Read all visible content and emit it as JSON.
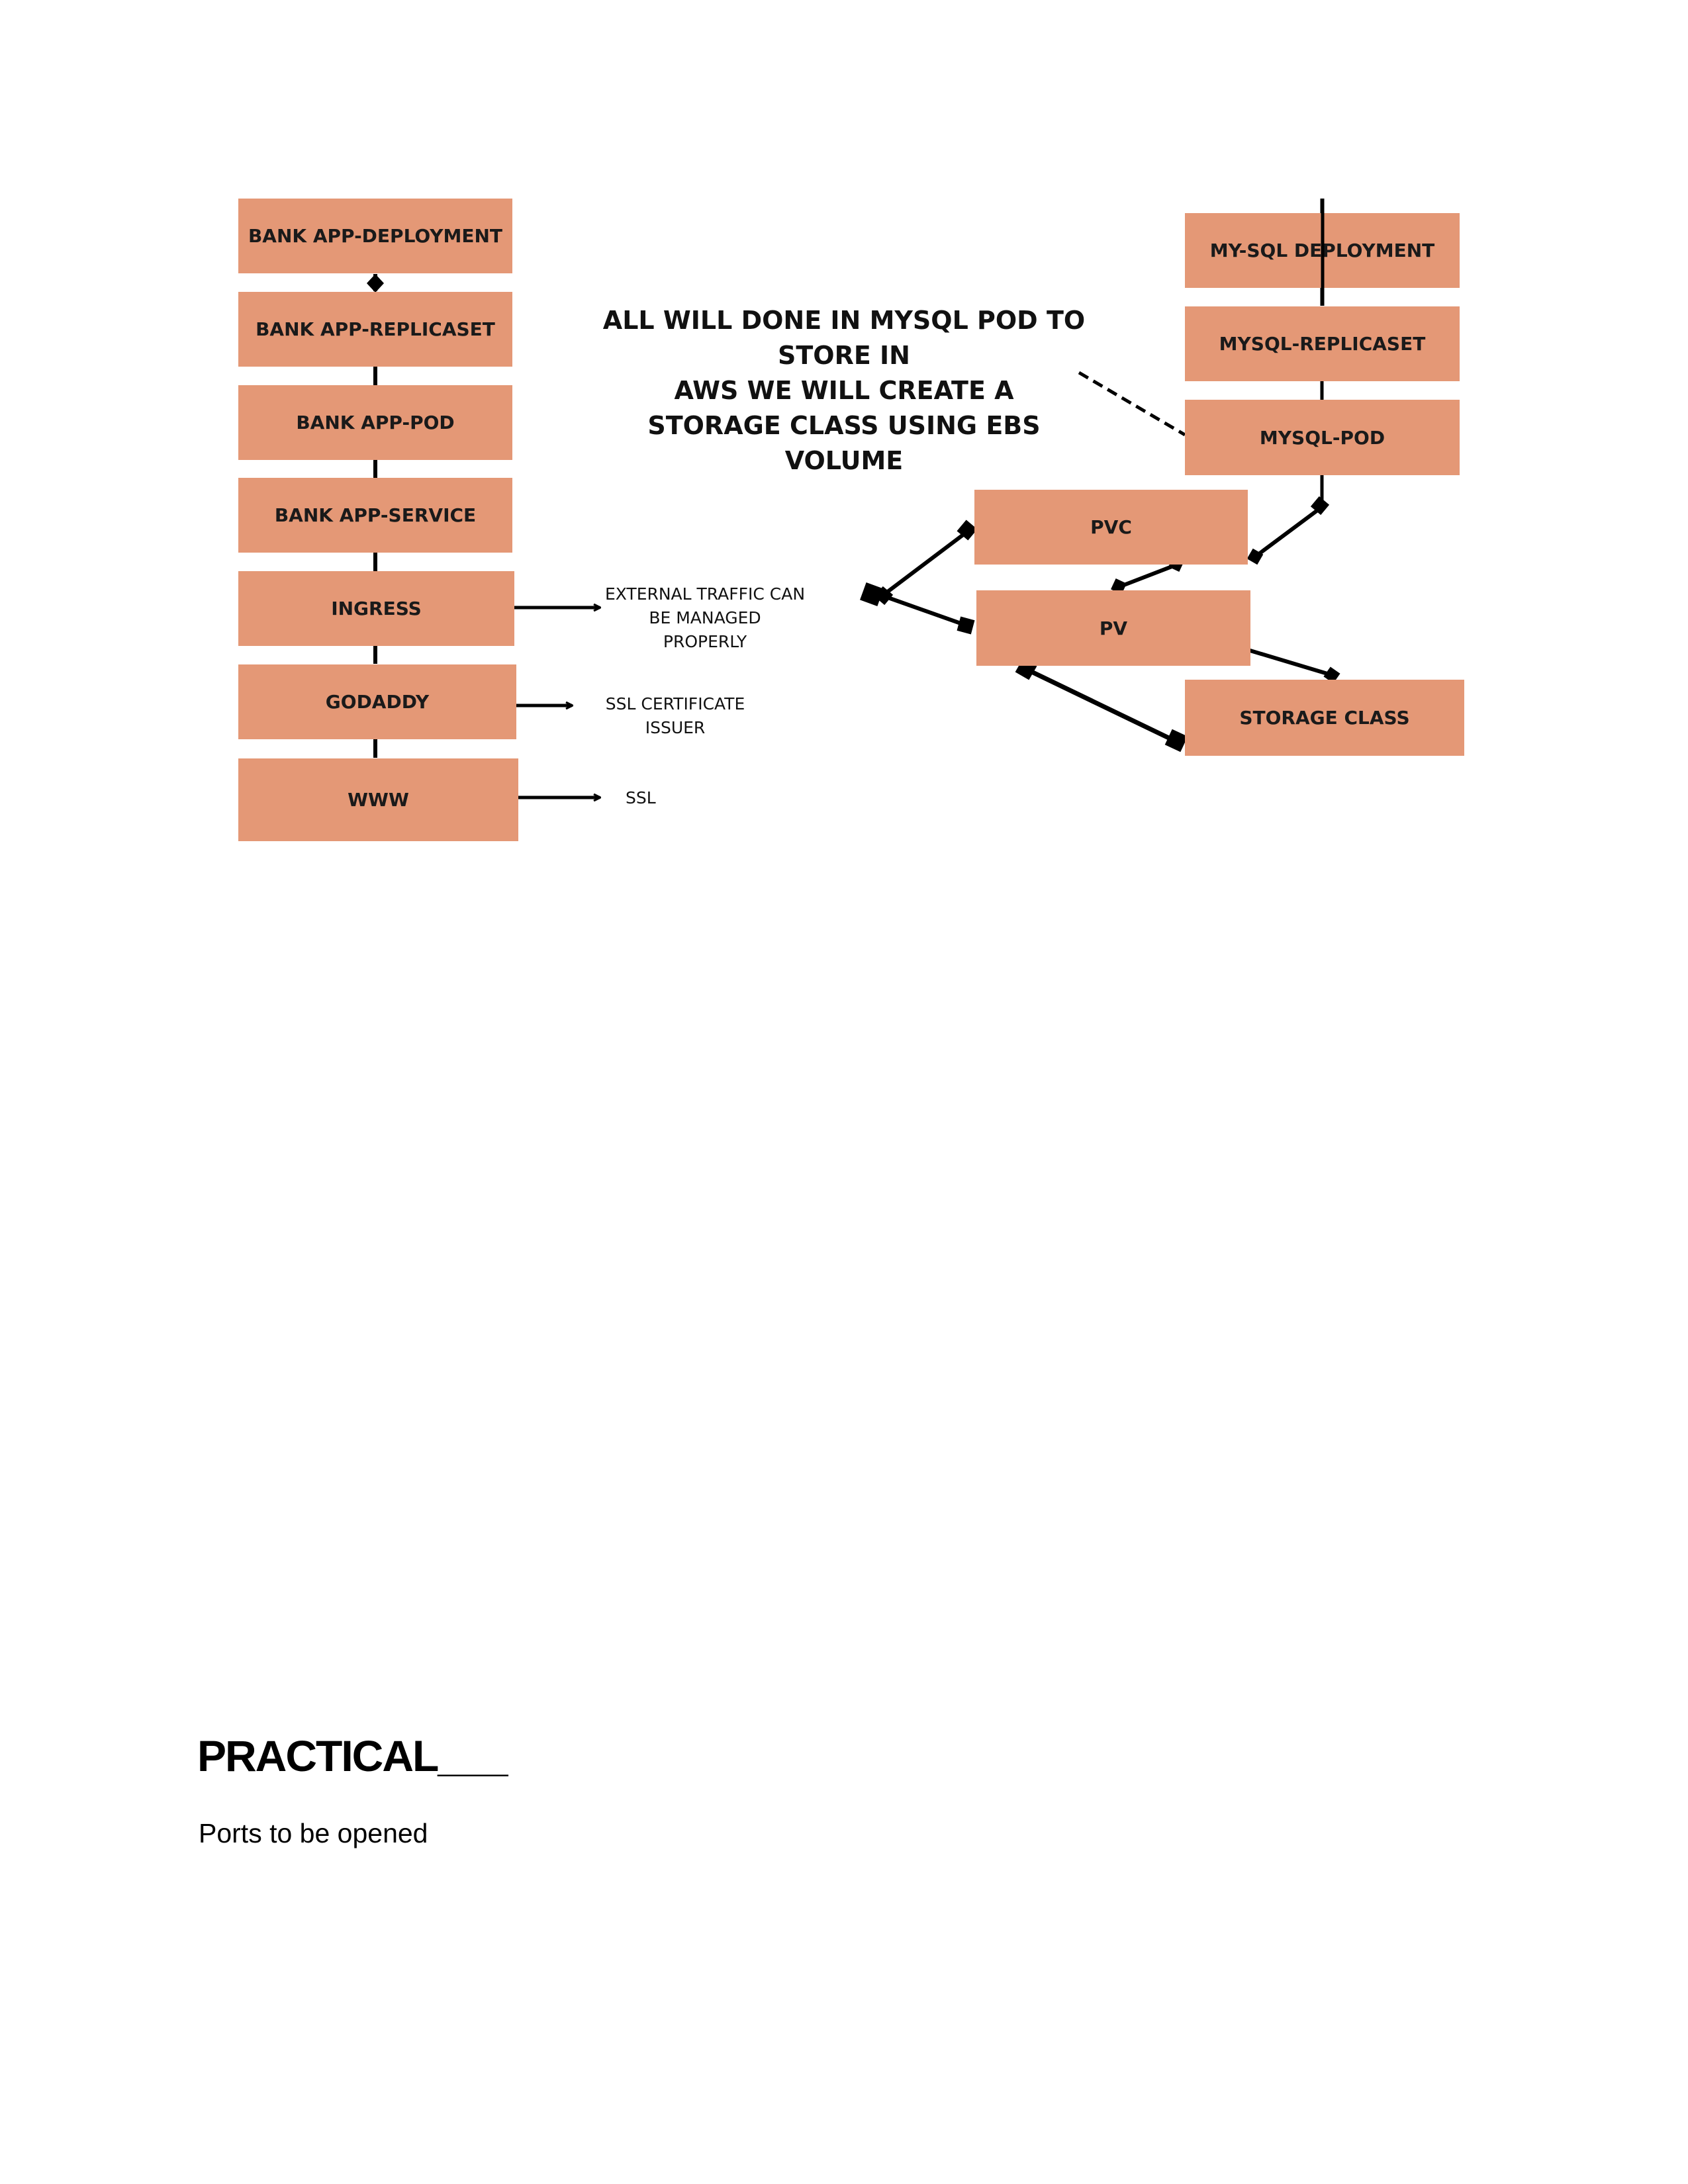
{
  "diagram": {
    "left_stack": {
      "deployment": "BANK APP-DEPLOYMENT",
      "replicaset": "BANK APP-REPLICASET",
      "pod": "BANK APP-POD",
      "service": "BANK APP-SERVICE",
      "ingress": "INGRESS",
      "godaddy": "GODADDY",
      "www": "WWW"
    },
    "notes": {
      "ingress": [
        "EXTERNAL TRAFFIC CAN",
        "BE MANAGED",
        "PROPERLY"
      ],
      "godaddy": [
        "SSL CERTIFICATE",
        "ISSUER"
      ],
      "www": "SSL"
    },
    "callout": [
      "ALL WILL DONE IN MYSQL POD TO",
      "STORE IN",
      "AWS WE WILL CREATE A",
      "STORAGE CLASS USING EBS VOLUME"
    ],
    "right_stack": {
      "deployment": "MY-SQL DEPLOYMENT",
      "replicaset": "MYSQL-REPLICASET",
      "pod": "MYSQL-POD",
      "pvc": "PVC",
      "pv": "PV",
      "storage_class": "STORAGE CLASS"
    },
    "colors": {
      "box": "#e49876",
      "line": "#000000"
    }
  },
  "document": {
    "heading": "PRACTICAL___",
    "paragraph": "Ports to be opened"
  }
}
